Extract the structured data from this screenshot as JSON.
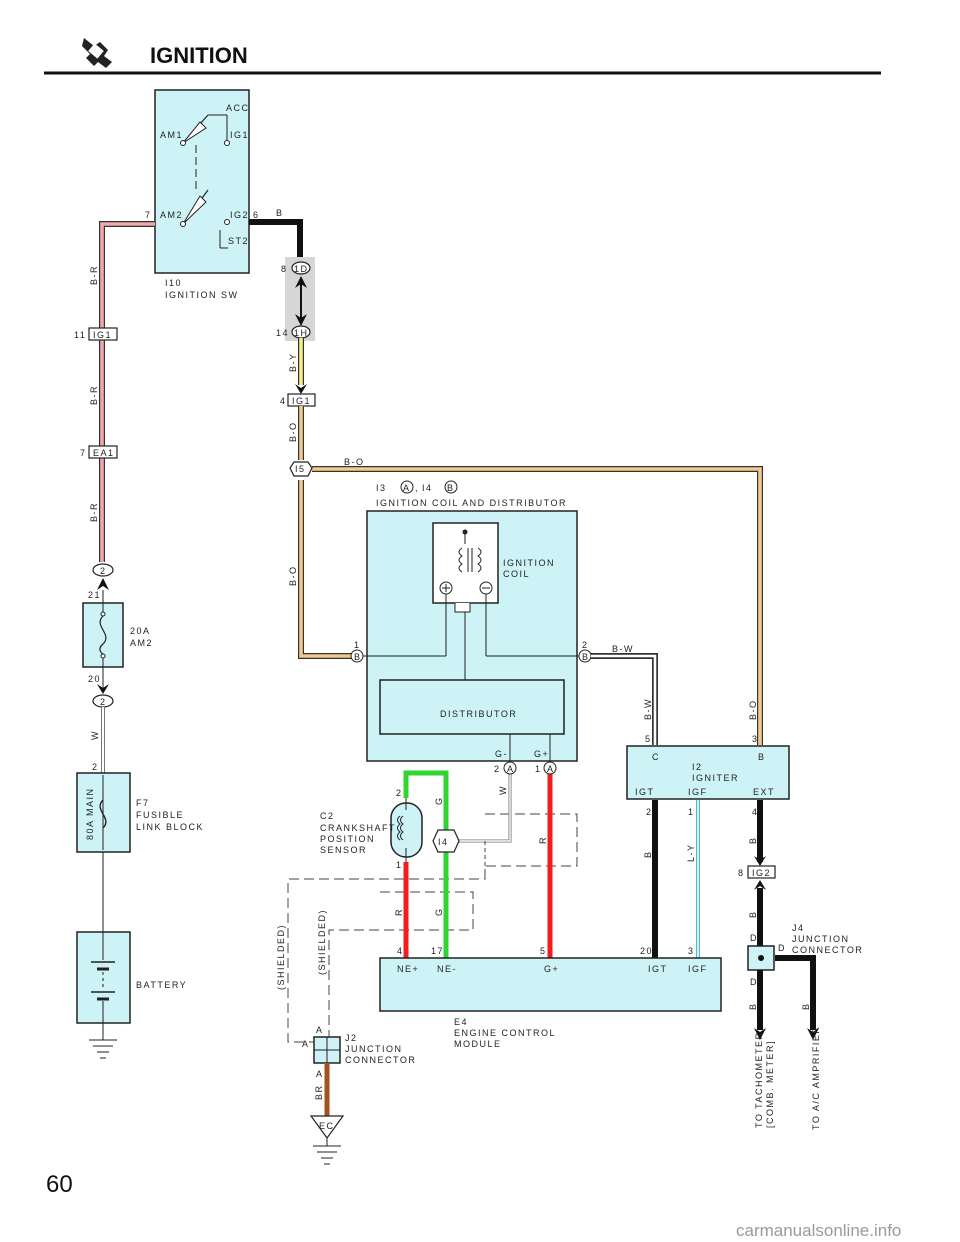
{
  "header": {
    "title": "IGNITION",
    "icon": "spark-plug-icon"
  },
  "page_number": "60",
  "watermark": "carmanualsonline.info",
  "ignition_switch": {
    "ref": "I10",
    "name": "IGNITION SW",
    "terminals": {
      "acc": "ACC",
      "am1": "AM1",
      "ig1": "IG1",
      "am2": "AM2",
      "ig2": "IG2",
      "st2": "ST2"
    },
    "pin_am2": "7",
    "pin_ig2": "6"
  },
  "wires": {
    "b": "B",
    "b_r": "B-R",
    "b_y": "B-Y",
    "b_o": "B-O",
    "b_w": "B-W",
    "w": "W",
    "g": "G",
    "r": "R",
    "l_y": "L-Y",
    "br": "BR",
    "shielded": "(SHIELDED)"
  },
  "connectors": {
    "ig1_left": {
      "label": "IG1",
      "pin": "11"
    },
    "ea1": {
      "label": "EA1",
      "pin": "7"
    },
    "c2_top": {
      "label": "2",
      "pin": "21"
    },
    "c2_bottom": {
      "label": "2",
      "pin": "20"
    },
    "c1d": {
      "label": "1D",
      "pin": "8"
    },
    "c1h": {
      "label": "1H",
      "pin": "14"
    },
    "ig1_right": {
      "label": "IG1",
      "pin": "4"
    },
    "i5": {
      "label": "I5"
    },
    "ig2": {
      "label": "IG2",
      "pin": "8"
    },
    "ec": {
      "label": "EC"
    }
  },
  "fuse_am2": {
    "rating": "20A",
    "name": "AM2"
  },
  "fusible_link": {
    "ref": "F7",
    "name1": "FUSIBLE",
    "name2": "LINK BLOCK",
    "inner": "80A MAIN",
    "pin": "2"
  },
  "battery": {
    "name": "BATTERY"
  },
  "coil_distributor": {
    "refs": "I3",
    "ref_a": "A",
    "comma": ",",
    "refs2": "I4",
    "ref_b": "B",
    "name": "IGNITION COIL AND DISTRIBUTOR",
    "coil_line1": "IGNITION",
    "coil_line2": "COIL",
    "distributor": "DISTRIBUTOR",
    "pin1": "1",
    "pin2": "2",
    "pinb": "B",
    "g_minus": "G-",
    "g_plus": "G+",
    "pin2a": "2",
    "pin1a": "1",
    "pina": "A"
  },
  "sensor": {
    "ref": "C2",
    "line1": "CRANKSHAFT",
    "line2": "POSITION",
    "line3": "SENSOR",
    "pin_top": "2",
    "pin_bottom": "1"
  },
  "splice_i4": {
    "label": "I4"
  },
  "igniter": {
    "ref": "I2",
    "name": "IGNITER",
    "c": "C",
    "b": "B",
    "igt": "IGT",
    "igf": "IGF",
    "ext": "EXT",
    "pin5": "5",
    "pin3": "3",
    "pin2": "2",
    "pin1": "1",
    "pin4": "4"
  },
  "ecm": {
    "ref": "E4",
    "line1": "ENGINE CONTROL",
    "line2": "MODULE",
    "ne_plus": "NE+",
    "ne_minus": "NE-",
    "g_plus": "G+",
    "igt": "IGT",
    "igf": "IGF",
    "pin4": "4",
    "pin17": "17",
    "pin5": "5",
    "pin20": "20",
    "pin3": "3"
  },
  "j2": {
    "ref": "J2",
    "line1": "JUNCTION",
    "line2": "CONNECTOR",
    "a": "A"
  },
  "j4": {
    "ref": "J4",
    "line1": "JUNCTION",
    "line2": "CONNECTOR",
    "d": "D"
  },
  "outputs": {
    "tach1": "TO TACHOMETER",
    "tach2": "[COMB. METER]",
    "ac": "TO A/C AMPRIFIER"
  },
  "colors": {
    "pink": "#f0a8ac",
    "yellow": "#f5ef8c",
    "orange": "#f2c98e",
    "green": "#2fd62f",
    "red": "#f01e1e",
    "brown": "#a3521e",
    "lightblue": "#9fe0ee",
    "component": "#cdf3f6",
    "black": "#111111"
  }
}
